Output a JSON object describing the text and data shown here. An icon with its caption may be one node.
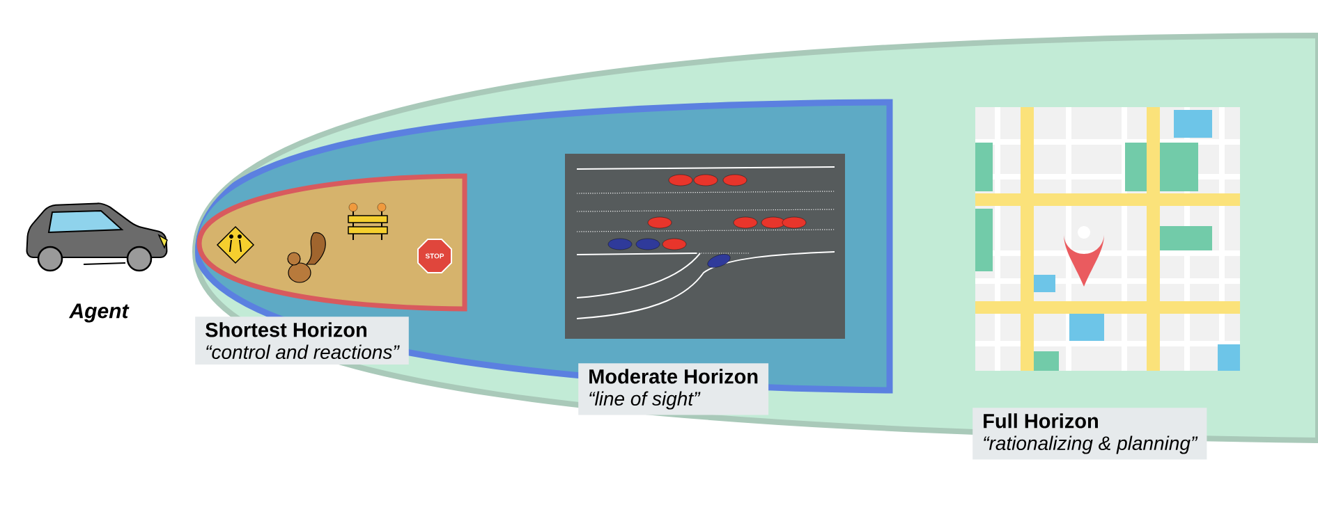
{
  "diagram": {
    "nodes": [
      {
        "text": [
          "Full Horizon",
          "“rationalizing & planning”"
        ]
      },
      {
        "text": [
          "Moderate Horizon",
          "“line of sight”"
        ],
        "in": 0
      },
      {
        "text": [
          "Shortest Horizon",
          "“control and reactions”"
        ],
        "in": 1
      }
    ],
    "labels": [
      "Agent",
      "STOP"
    ]
  }
}
